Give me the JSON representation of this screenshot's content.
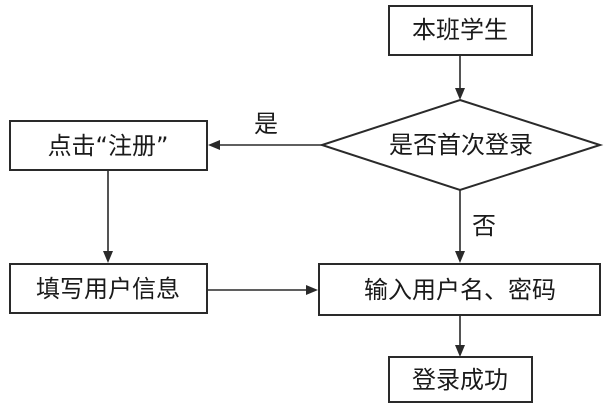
{
  "nodes": {
    "start": "本班学生",
    "decision": "是否首次登录",
    "register": "点击“注册”",
    "fill_info": "填写用户信息",
    "input_credentials": "输入用户名、密码",
    "success": "登录成功"
  },
  "edges": {
    "yes_label": "是",
    "no_label": "否"
  }
}
